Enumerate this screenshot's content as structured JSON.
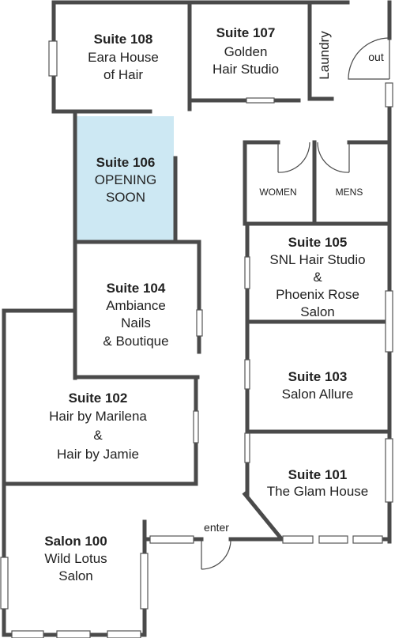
{
  "rooms": {
    "suite_108": {
      "title": "Suite 108",
      "lines": [
        "Eara House",
        "of Hair"
      ]
    },
    "suite_107": {
      "title": "Suite 107",
      "lines": [
        "Golden",
        "Hair Studio"
      ]
    },
    "laundry": {
      "label": "Laundry"
    },
    "out": {
      "label": "out"
    },
    "suite_106": {
      "title": "Suite 106",
      "lines": [
        "OPENING",
        "SOON"
      ],
      "highlight_color": "#cde8f3"
    },
    "women": {
      "label": "WOMEN"
    },
    "mens": {
      "label": "MENS"
    },
    "suite_105": {
      "title": "Suite 105",
      "lines": [
        "SNL Hair Studio",
        "&",
        "Phoenix Rose",
        "Salon"
      ]
    },
    "suite_104": {
      "title": "Suite 104",
      "lines": [
        "Ambiance",
        "Nails",
        "& Boutique"
      ]
    },
    "suite_103": {
      "title": "Suite 103",
      "lines": [
        "Salon Allure"
      ]
    },
    "suite_102": {
      "title": "Suite 102",
      "lines": [
        "Hair by Marilena",
        "&",
        "Hair by Jamie"
      ]
    },
    "suite_101": {
      "title": "Suite 101",
      "lines": [
        "The Glam House"
      ]
    },
    "salon_100": {
      "title": "Salon 100",
      "lines": [
        "Wild Lotus",
        "Salon"
      ]
    },
    "enter": {
      "label": "enter"
    }
  },
  "colors": {
    "wall": "#4a4a4a",
    "highlight": "#cde8f3",
    "background": "#ffffff"
  }
}
